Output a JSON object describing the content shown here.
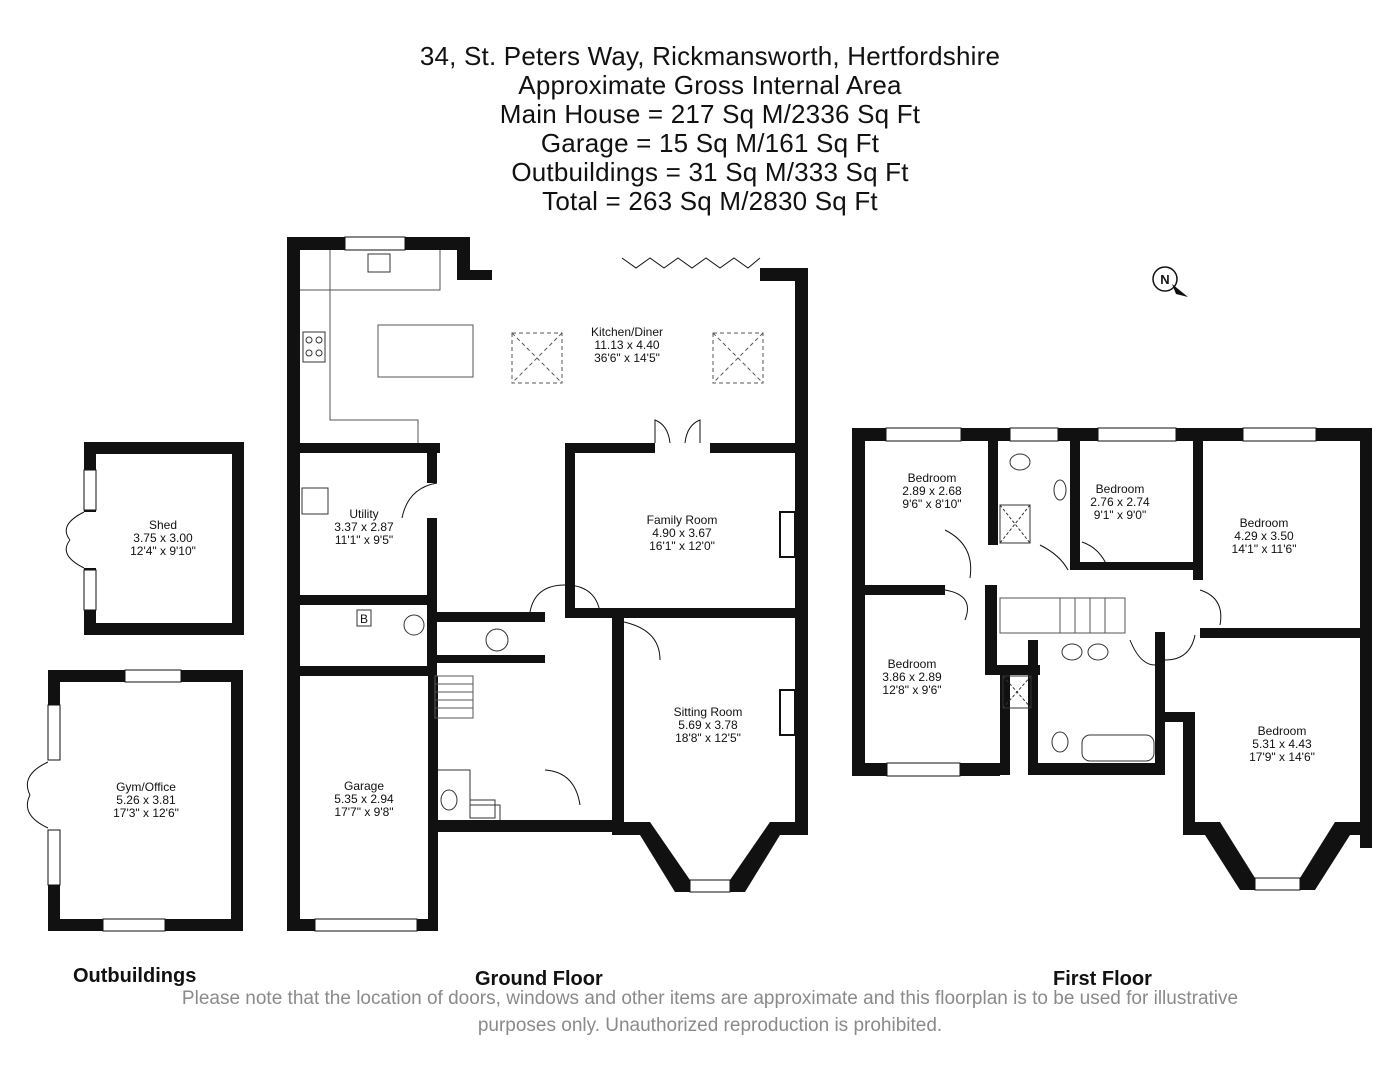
{
  "header": {
    "address": "34, St. Peters Way, Rickmansworth, Hertfordshire",
    "subtitle": "Approximate Gross Internal Area",
    "main_house": "Main House = 217 Sq M/2336 Sq Ft",
    "garage": "Garage = 15 Sq M/161 Sq Ft",
    "outbuildings": "Outbuildings = 31 Sq M/333 Sq Ft",
    "total": "Total = 263 Sq M/2830 Sq Ft"
  },
  "sections": {
    "outbuildings": "Outbuildings",
    "ground_floor": "Ground Floor",
    "first_floor": "First Floor"
  },
  "rooms": {
    "shed": {
      "name": "Shed",
      "metric": "3.75 x 3.00",
      "imperial": "12'4\" x 9'10\""
    },
    "gym": {
      "name": "Gym/Office",
      "metric": "5.26 x 3.81",
      "imperial": "17'3\" x 12'6\""
    },
    "kitchen": {
      "name": "Kitchen/Diner",
      "metric": "11.13 x 4.40",
      "imperial": "36'6\" x 14'5\""
    },
    "utility": {
      "name": "Utility",
      "metric": "3.37 x 2.87",
      "imperial": "11'1\" x 9'5\""
    },
    "family": {
      "name": "Family Room",
      "metric": "4.90 x 3.67",
      "imperial": "16'1\" x 12'0\""
    },
    "sitting": {
      "name": "Sitting Room",
      "metric": "5.69 x 3.78",
      "imperial": "18'8\" x 12'5\""
    },
    "garage": {
      "name": "Garage",
      "metric": "5.35 x 2.94",
      "imperial": "17'7\" x 9'8\""
    },
    "bed1": {
      "name": "Bedroom",
      "metric": "2.89 x 2.68",
      "imperial": "9'6\" x 8'10\""
    },
    "bed2": {
      "name": "Bedroom",
      "metric": "2.76 x 2.74",
      "imperial": "9'1\" x 9'0\""
    },
    "bed3": {
      "name": "Bedroom",
      "metric": "4.29 x 3.50",
      "imperial": "14'1\" x 11'6\""
    },
    "bed4": {
      "name": "Bedroom",
      "metric": "3.86 x 2.89",
      "imperial": "12'8\" x 9'6\""
    },
    "bed5": {
      "name": "Bedroom",
      "metric": "5.31 x 4.43",
      "imperial": "17'9\" x 14'6\""
    }
  },
  "boiler_label": "B",
  "compass_label": "N",
  "disclaimer": {
    "line1": "Please note that the location of doors, windows and other items are approximate and this floorplan is to be used for illustrative",
    "line2": "purposes only. Unauthorized reproduction is prohibited."
  }
}
